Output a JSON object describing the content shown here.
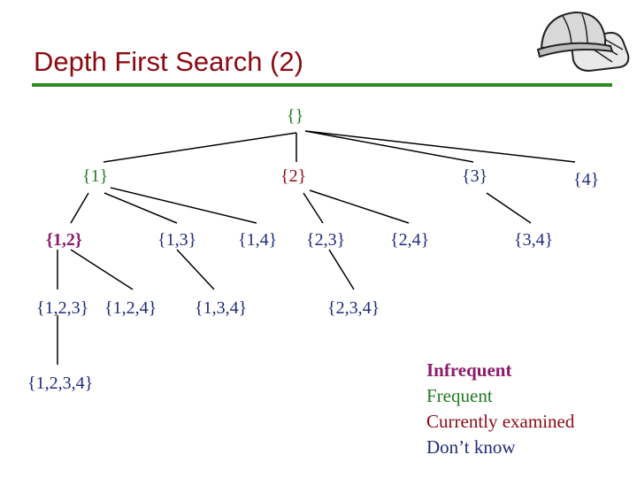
{
  "title": "Depth First Search (2)",
  "colors": {
    "infrequent": "#8b1b6b",
    "frequent": "#1f7a1f",
    "current": "#8b0a12",
    "unknown": "#1f2b7a",
    "rule": "#2e8b1f"
  },
  "logo_icon": "hard-hat-and-gloves-icon",
  "nodes": {
    "empty": "{}",
    "n1": "{1}",
    "n2": "{2}",
    "n3": "{3}",
    "n4": "{4}",
    "n12": "{1,2}",
    "n13": "{1,3}",
    "n14": "{1,4}",
    "n23": "{2,3}",
    "n24": "{2,4}",
    "n34": "{3,4}",
    "n123": "{1,2,3}",
    "n124": "{1,2,4}",
    "n134": "{1,3,4}",
    "n234": "{2,3,4}",
    "n1234": "{1,2,3,4}"
  },
  "legend": {
    "infrequent": "Infrequent",
    "frequent": "Frequent",
    "current": "Currently examined",
    "unknown": "Don’t know"
  }
}
